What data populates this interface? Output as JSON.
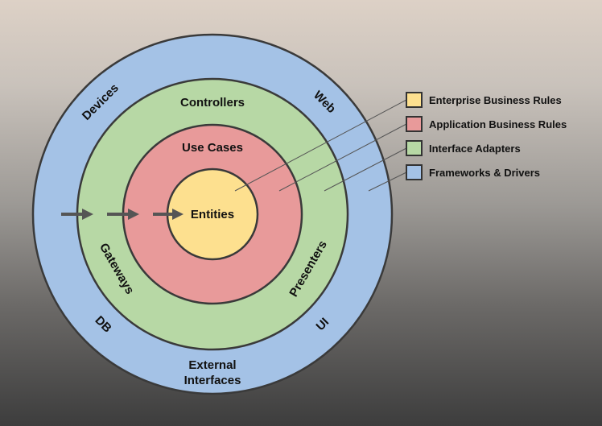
{
  "rings": {
    "outer": {
      "name": "Frameworks & Drivers",
      "color": "#a4c2e6",
      "labels": {
        "devices": "Devices",
        "web": "Web",
        "db": "DB",
        "ui": "UI",
        "external_line1": "External",
        "external_line2": "Interfaces"
      }
    },
    "adapters": {
      "name": "Interface Adapters",
      "color": "#b7d8a5",
      "labels": {
        "controllers": "Controllers",
        "gateways": "Gateways",
        "presenters": "Presenters"
      }
    },
    "application": {
      "name": "Application Business Rules",
      "color": "#e89a9a",
      "labels": {
        "use_cases": "Use Cases"
      }
    },
    "enterprise": {
      "name": "Enterprise Business Rules",
      "color": "#fde08f",
      "labels": {
        "entities": "Entities"
      }
    }
  },
  "legend": {
    "items": [
      {
        "label": "Enterprise Business Rules",
        "color": "#fde08f"
      },
      {
        "label": "Application Business Rules",
        "color": "#e89a9a"
      },
      {
        "label": "Interface Adapters",
        "color": "#b7d8a5"
      },
      {
        "label": "Frameworks & Drivers",
        "color": "#a4c2e6"
      }
    ]
  },
  "arrow_color": "#555555",
  "stroke_color": "#3a3a3a"
}
